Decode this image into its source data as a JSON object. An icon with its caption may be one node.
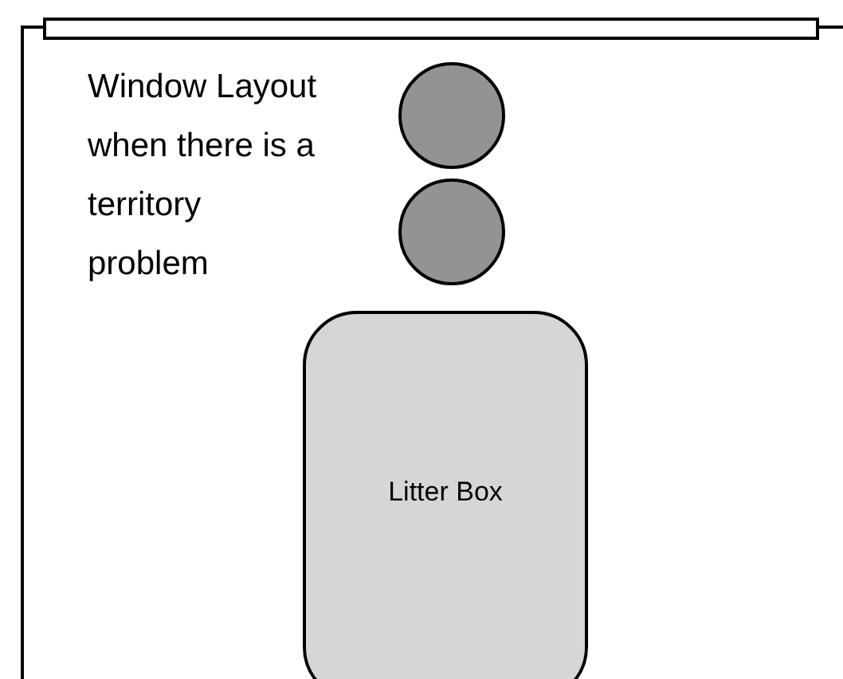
{
  "diagram": {
    "title": "Window Layout when there is a territory problem",
    "nodes": [
      {
        "text": [],
        "shape": "circle"
      },
      {
        "text": [],
        "shape": "circle"
      },
      {
        "text": [
          "Litter Box"
        ]
      }
    ]
  }
}
